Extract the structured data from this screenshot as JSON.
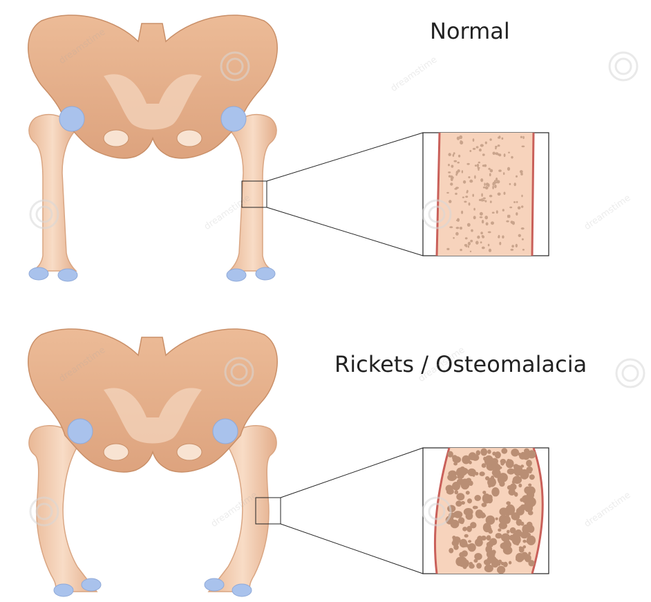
{
  "labels": {
    "normal": "Normal",
    "rickets": "Rickets / Osteomalacia"
  },
  "watermark": "dreamstime",
  "colors": {
    "bone": "#E8B48F",
    "bone_dark": "#C98F68",
    "bone_light": "#F6D9C3",
    "femur": "#F0C8A8",
    "cartilage": "#A9C2EC",
    "cortex_line": "#C9605A",
    "marrow_bg": "#F7D3BC",
    "pore": "#C9A48C"
  },
  "icons": {
    "watermark": "spiral-logo-icon"
  }
}
